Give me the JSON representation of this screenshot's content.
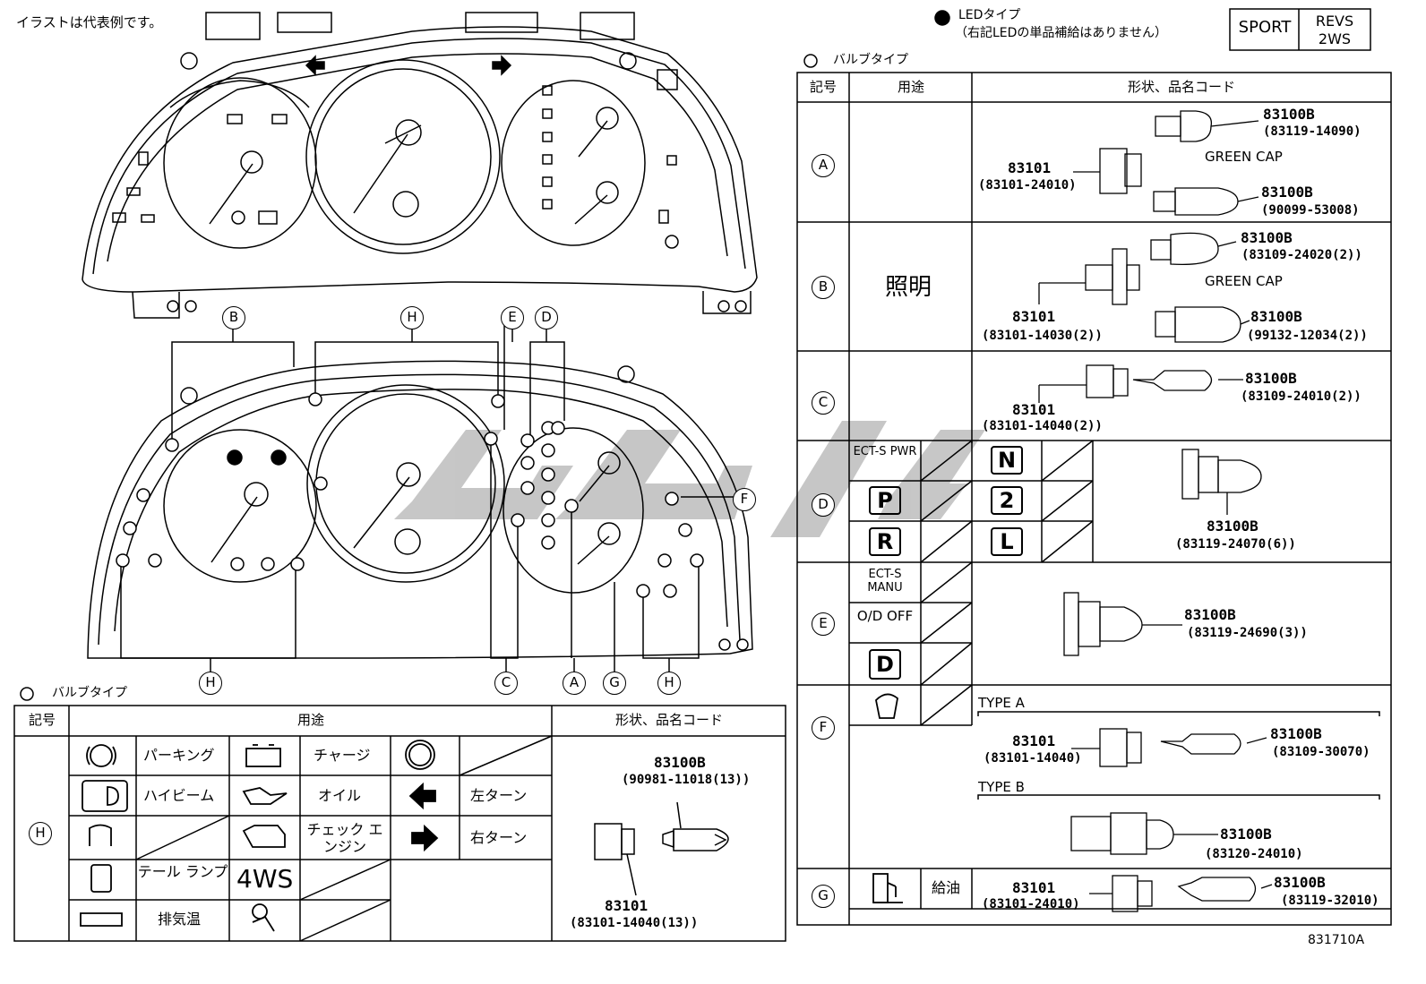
{
  "note": "イラストは代表例です。",
  "led_legend": {
    "title": "LEDタイプ",
    "sub": "（右記LEDの単品補給はありません）"
  },
  "led_boxes": [
    "SPORT",
    "REVS 2WS"
  ],
  "bulb_type_title": "バルブタイプ",
  "diagram_label": "831710A",
  "cluster_labels": [
    "B",
    "H",
    "E",
    "D",
    "F",
    "H",
    "C",
    "A",
    "G",
    "H"
  ],
  "right_table": {
    "headers": [
      "記号",
      "用途",
      "形状、品名コード"
    ],
    "rows": {
      "A": {
        "symbol": "A",
        "parts": [
          "83100B",
          "(83119-14090)",
          "GREEN CAP",
          "83101",
          "(83101-24010)",
          "83100B",
          "(90099-53008)"
        ]
      },
      "B": {
        "symbol": "B",
        "use": "照明",
        "parts": [
          "83100B",
          "(83109-24020(2))",
          "GREEN CAP",
          "83101",
          "(83101-14030(2))",
          "83100B",
          "(99132-12034(2))"
        ]
      },
      "C": {
        "symbol": "C",
        "parts": [
          "83100B",
          "(83109-24010(2))",
          "83101",
          "(83101-14040(2))"
        ]
      },
      "D": {
        "symbol": "D",
        "labels": [
          "ECT-S PWR",
          "P",
          "R",
          "N",
          "2",
          "L"
        ],
        "parts": [
          "83100B",
          "(83119-24070(6))"
        ]
      },
      "E": {
        "symbol": "E",
        "labels": [
          "ECT-S MANU",
          "O/D OFF",
          "D"
        ],
        "parts": [
          "83100B",
          "(83119-24690(3))"
        ]
      },
      "F": {
        "symbol": "F",
        "type_a": "TYPE A",
        "type_b": "TYPE B",
        "parts": [
          "83101",
          "(83101-14040)",
          "83100B",
          "(83109-30070)",
          "83100B",
          "(83120-24010)"
        ]
      },
      "G": {
        "symbol": "G",
        "use": "給油",
        "parts": [
          "83101",
          "(83101-24010)",
          "83100B",
          "(83119-32010)"
        ]
      }
    }
  },
  "left_table": {
    "headers": [
      "記号",
      "用途",
      "形状、品名コード"
    ],
    "symbol": "H",
    "uses": [
      "パーキング",
      "チャージ",
      "ハイビーム",
      "オイル",
      "左ターン",
      "チェック エンジン",
      "右ターン",
      "テール ランプ",
      "4WS",
      "排気温"
    ],
    "icons": [
      "parking-brake",
      "battery",
      "abs",
      "high-beam",
      "oil",
      "left-arrow",
      "door",
      "engine",
      "right-arrow",
      "tail-lamp",
      "airbag",
      "exhaust-temp"
    ],
    "parts": [
      "83100B",
      "(90981-11018(13))",
      "83101",
      "(83101-14040(13))"
    ]
  }
}
